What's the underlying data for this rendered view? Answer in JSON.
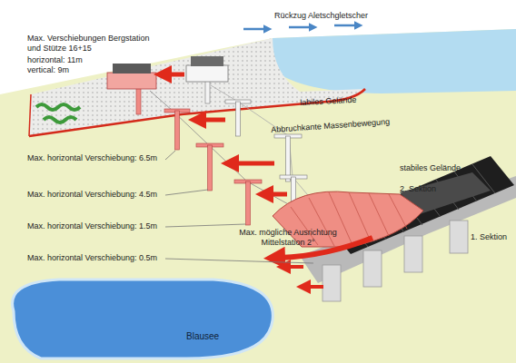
{
  "diagram": {
    "nodes": [
      {
        "text": [
          "Blausee"
        ]
      }
    ],
    "labels": [
      "Max. Verschiebungen Bergstation und Stütze 16+15",
      "horizontal: 11m",
      "vertical: 9m",
      "Rückzug Aletschgletscher",
      "labiles Gelände",
      "Abbruchkante Massenbewegung",
      "stabiles Gelände",
      "Max. horizontal Verschiebung: 6.5m",
      "Max. horizontal Verschiebung: 4.5m",
      "Max. horizontal Verschiebung: 1.5m",
      "2. Sektion",
      "Max. mögliche Ausrichtung Mittelstation 2°",
      "1. Sektion",
      "Max. horizontal Verschiebung: 0.5m"
    ]
  }
}
